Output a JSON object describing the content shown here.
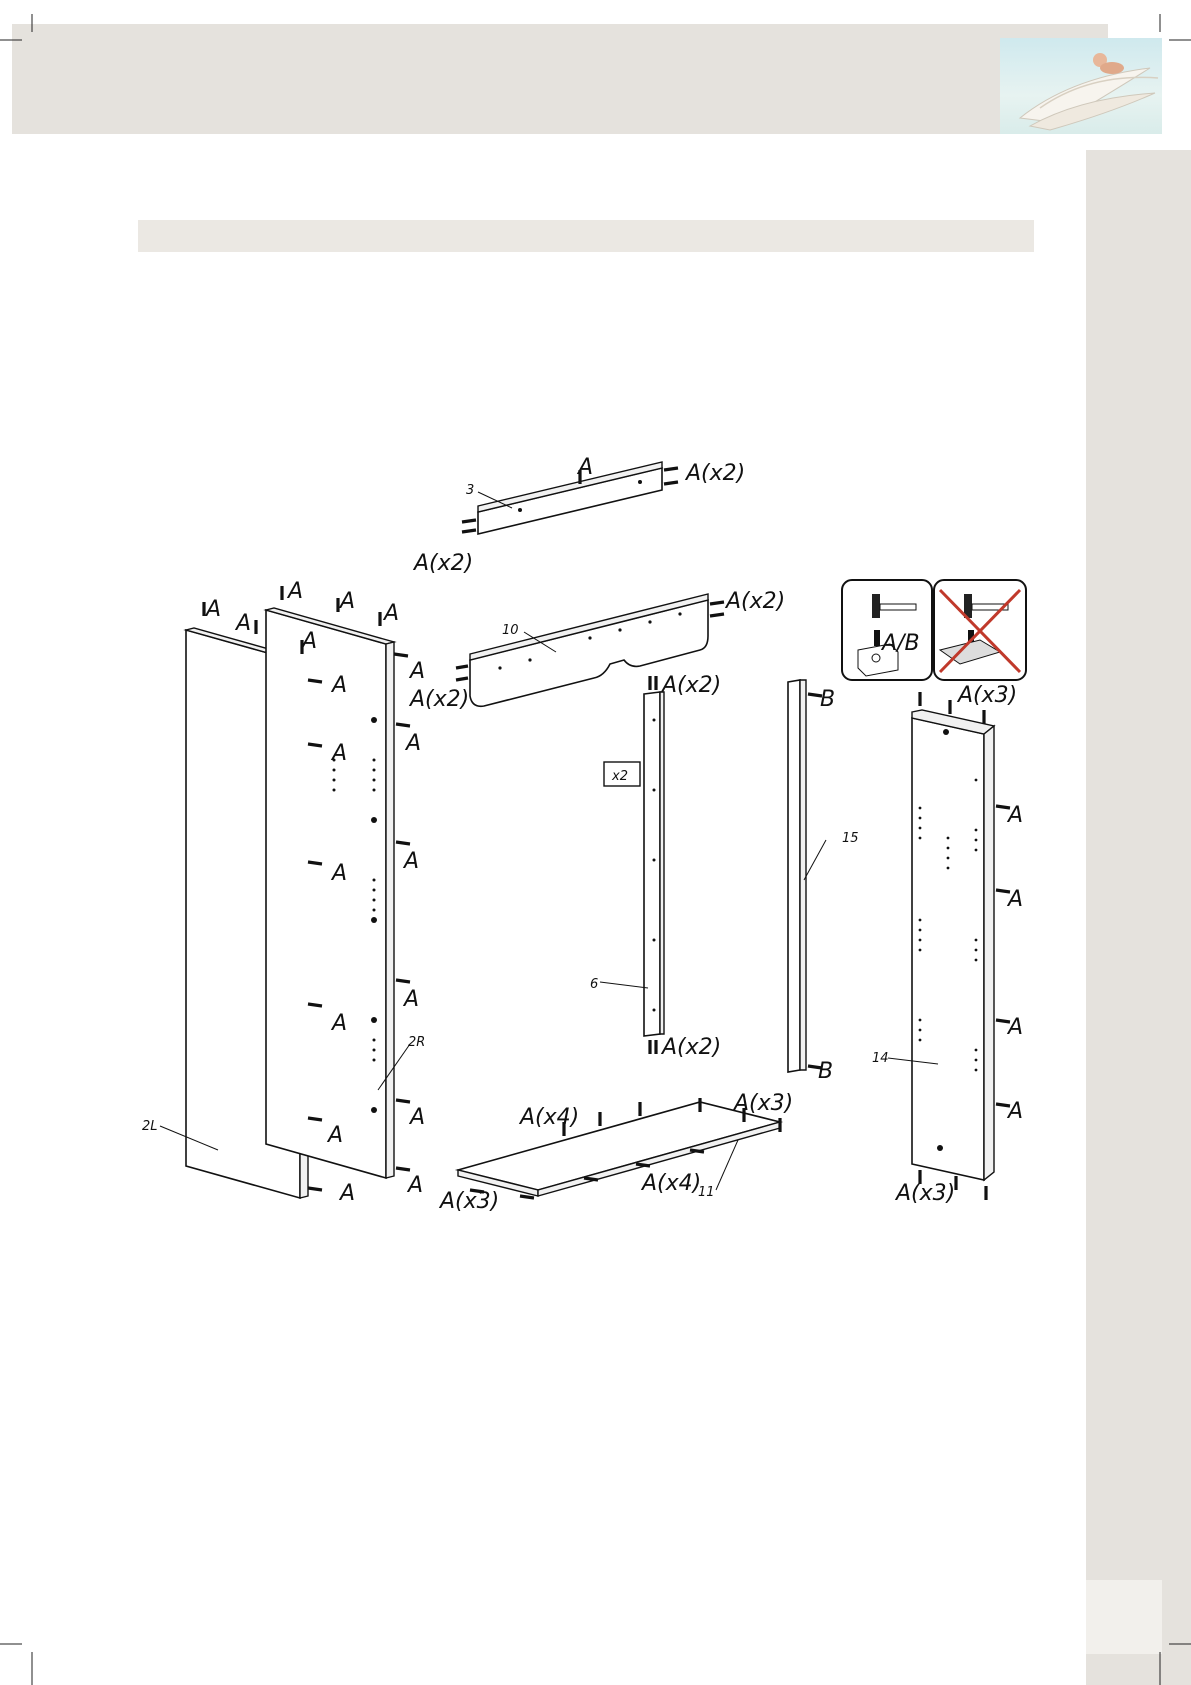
{
  "labels": {
    "part_3": "3",
    "a": "A",
    "a_x2": "A(x2)",
    "a_x3": "A(x3)",
    "a_x4": "A(x4)",
    "b": "B",
    "part_10": "10",
    "part_6": "6",
    "x2_box": "x2",
    "part_15": "15",
    "part_14": "14",
    "part_2l": "2L",
    "part_2r": "2R",
    "part_11": "11",
    "a_or_b": "A/B"
  },
  "colors": {
    "header_band": "#e5e2dd",
    "title_bar": "#ebe8e3",
    "side_strip": "#e5e2dd",
    "warning_cross": "#c0392b"
  },
  "icons": {
    "header_image": "angel-on-wings-image",
    "correct_hint": "dowel-into-block-icon",
    "wrong_hint": "dowel-into-plate-crossed-icon"
  }
}
